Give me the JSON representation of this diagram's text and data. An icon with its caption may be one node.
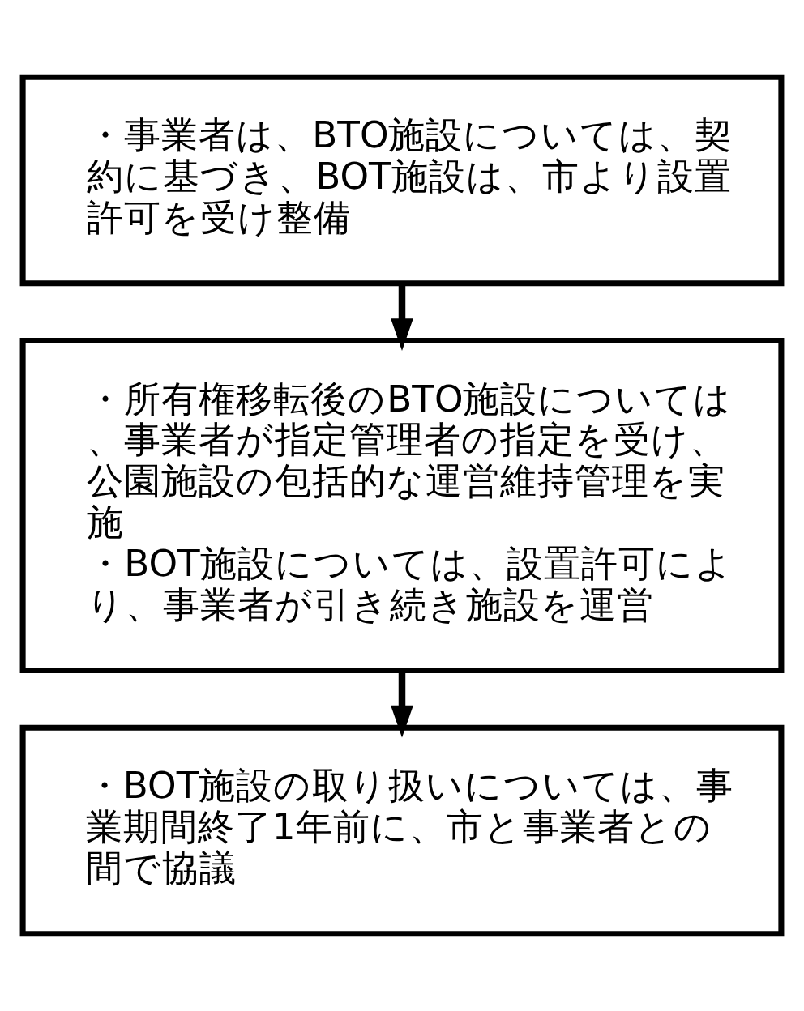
{
  "diagram": {
    "nodes": [
      {
        "text": [
          "・事業者は、BTO施設については、契約に基づき、BOT施設は、市より設置許可を受け整備"
        ]
      },
      {
        "text": [
          "・所有権移転後のBTO施設については、事業者が指定管理者の指定を受け、公園施設の包括的な運営維持管理を実施",
          "・BOT施設については、設置許可により、事業者が引き続き施設を運営"
        ]
      },
      {
        "text": [
          "・BOT施設の取り扱いについては、事業期間終了1年前に、市と事業者との間で協議"
        ]
      }
    ],
    "edges": [
      {
        "from": 0,
        "to": 1,
        "arrow": "to"
      },
      {
        "from": 1,
        "to": 2,
        "arrow": "to"
      }
    ]
  }
}
